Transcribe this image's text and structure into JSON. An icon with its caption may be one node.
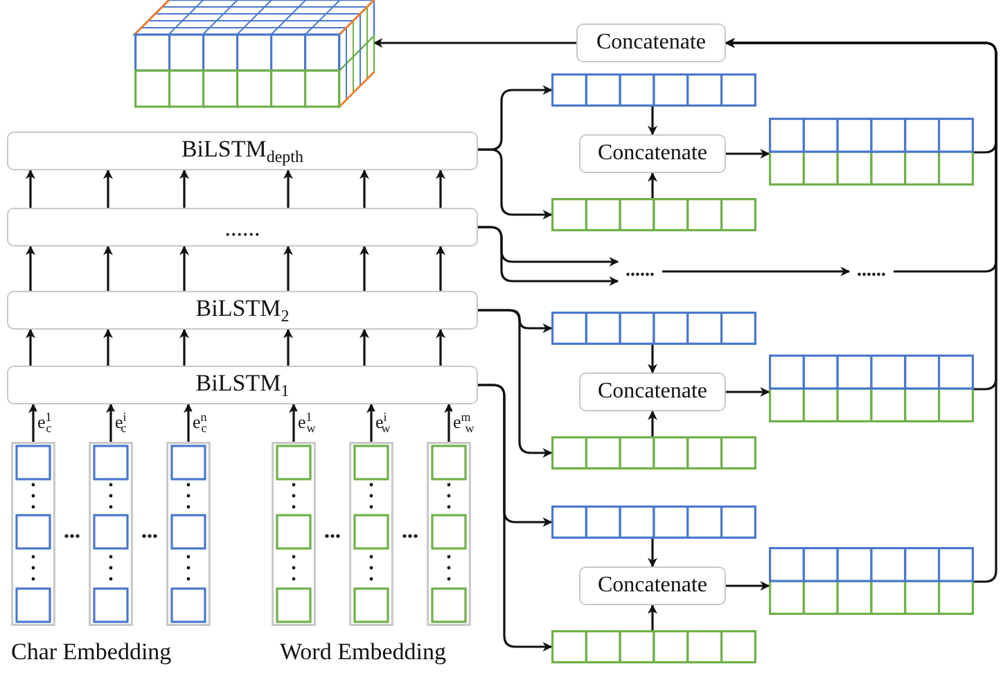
{
  "diagram": {
    "nodes": [
      {
        "text": [],
        "shape": "box"
      },
      {
        "text": [
          "Concatenate"
        ]
      },
      {
        "text": [
          "BiLSTM$_{depth}$"
        ]
      },
      {
        "text": [],
        "shape": "bar"
      },
      {
        "text": [
          "Concatenate"
        ]
      },
      {
        "text": [],
        "shape": "bar"
      },
      {
        "text": [],
        "shape": "bar"
      },
      {
        "text": [
          "......"
        ]
      },
      {
        "text": [
          "......"
        ]
      },
      {
        "text": [
          "......"
        ]
      },
      {
        "text": [
          "BiLSTM$_{2}$"
        ]
      },
      {
        "text": [],
        "shape": "bar"
      },
      {
        "text": [
          "Concatenate"
        ]
      },
      {
        "text": [],
        "shape": "bar"
      },
      {
        "text": [
          "BiLSTM$_{1}$"
        ]
      },
      {
        "text": [],
        "shape": "bar"
      },
      {
        "text": [],
        "shape": "bar"
      },
      {
        "text": [
          "Concatenate"
        ]
      },
      {
        "text": [],
        "shape": "bar"
      },
      {
        "text": [],
        "shape": "bar"
      },
      {
        "text": [],
        "shape": "bar"
      },
      {
        "text": [],
        "shape": "bar"
      },
      {
        "text": [],
        "shape": "bar"
      },
      {
        "text": [],
        "shape": "bar"
      },
      {
        "text": [],
        "shape": "bar"
      },
      {
        "text": [],
        "shape": "bar"
      }
    ],
    "edges": [
      {
        "from": 1,
        "to": 0,
        "arrow": "to"
      },
      {
        "from": 2,
        "to": 3,
        "arrow": "to"
      },
      {
        "from": 2,
        "to": 6,
        "arrow": "to"
      },
      {
        "from": 3,
        "to": 4,
        "arrow": "to"
      },
      {
        "from": 6,
        "to": 4,
        "arrow": "to"
      },
      {
        "from": 4,
        "to": 5,
        "arrow": "to"
      },
      {
        "from": 5,
        "to": 1,
        "arrow": "to"
      },
      {
        "from": 7,
        "to": 8,
        "arrow": "to"
      },
      {
        "from": 7,
        "to": 8,
        "arrow": "to"
      },
      {
        "from": 8,
        "to": 9,
        "arrow": "to"
      },
      {
        "from": 9,
        "to": 1,
        "arrow": "to"
      },
      {
        "from": 10,
        "to": 11,
        "arrow": "to"
      },
      {
        "from": 10,
        "to": 15,
        "arrow": "to"
      },
      {
        "from": 11,
        "to": 12,
        "arrow": "to"
      },
      {
        "from": 15,
        "to": 12,
        "arrow": "to"
      },
      {
        "from": 12,
        "to": 13,
        "arrow": "to"
      },
      {
        "from": 13,
        "to": 1,
        "arrow": "to"
      },
      {
        "from": 14,
        "to": 16,
        "arrow": "to"
      },
      {
        "from": 14,
        "to": 19,
        "arrow": "to"
      },
      {
        "from": 16,
        "to": 17,
        "arrow": "to"
      },
      {
        "from": 19,
        "to": 17,
        "arrow": "to"
      },
      {
        "from": 17,
        "to": 18,
        "arrow": "to"
      },
      {
        "from": 18,
        "to": 1,
        "arrow": "to"
      },
      {
        "from": 7,
        "to": 2,
        "arrow": "to"
      },
      {
        "from": 7,
        "to": 2,
        "arrow": "to"
      },
      {
        "from": 7,
        "to": 2,
        "arrow": "to"
      },
      {
        "from": 7,
        "to": 2,
        "arrow": "to"
      },
      {
        "from": 7,
        "to": 2,
        "arrow": "to"
      },
      {
        "from": 7,
        "to": 2,
        "arrow": "to"
      },
      {
        "from": 10,
        "to": 7,
        "arrow": "to"
      },
      {
        "from": 10,
        "to": 7,
        "arrow": "to"
      },
      {
        "from": 10,
        "to": 7,
        "arrow": "to"
      },
      {
        "from": 10,
        "to": 7,
        "arrow": "to"
      },
      {
        "from": 10,
        "to": 7,
        "arrow": "to"
      },
      {
        "from": 10,
        "to": 7,
        "arrow": "to"
      },
      {
        "from": 14,
        "to": 10,
        "arrow": "to"
      },
      {
        "from": 14,
        "to": 10,
        "arrow": "to"
      },
      {
        "from": 14,
        "to": 10,
        "arrow": "to"
      },
      {
        "from": 14,
        "to": 10,
        "arrow": "to"
      },
      {
        "from": 14,
        "to": 10,
        "arrow": "to"
      },
      {
        "from": 14,
        "to": 10,
        "arrow": "to"
      },
      {
        "from": 20,
        "to": 14,
        "arrow": "to",
        "label": "e$^{1}$$_{c}$"
      },
      {
        "from": 21,
        "to": 14,
        "arrow": "to",
        "label": "e$^{i}$$_{c}$"
      },
      {
        "from": 22,
        "to": 14,
        "arrow": "to",
        "label": "e$^{n}$$_{c}$"
      },
      {
        "from": 23,
        "to": 14,
        "arrow": "to",
        "label": "e$^{1}$$_{w}$"
      },
      {
        "from": 24,
        "to": 14,
        "arrow": "to",
        "label": "e$^{i}$$_{w}$"
      },
      {
        "from": 25,
        "to": 14,
        "arrow": "to",
        "label": "e$^{m}$$_{w}$"
      }
    ],
    "labels": [
      "Char Embedding",
      "Word Embedding"
    ]
  }
}
